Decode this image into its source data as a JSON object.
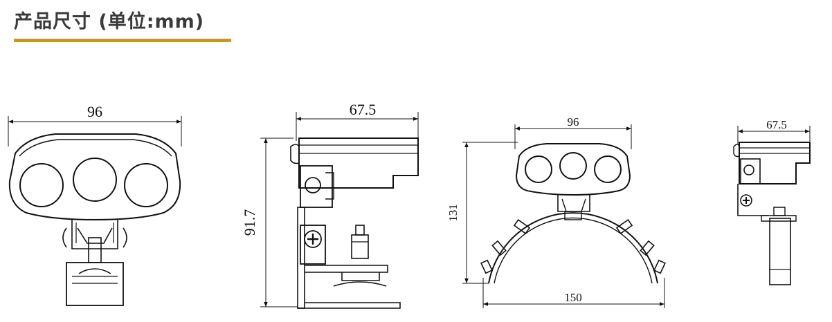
{
  "header": {
    "title": "产品尺寸 (单位:mm)",
    "underline_color": "#c8961e"
  },
  "views": {
    "front_small": {
      "width_label": "96"
    },
    "side_small": {
      "depth_label": "67.5",
      "height_label": "91.7"
    },
    "front_arc": {
      "width_label": "96",
      "height_label": "131",
      "base_label": "150"
    },
    "side_arc": {
      "depth_label": "67.5"
    }
  }
}
